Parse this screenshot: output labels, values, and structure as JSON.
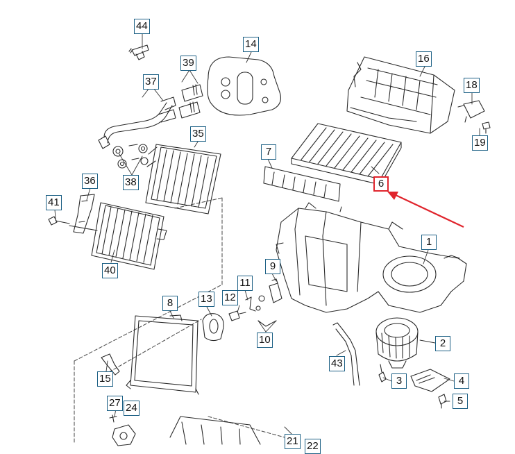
{
  "diagram": {
    "callouts": [
      {
        "id": "c44",
        "label": "44"
      },
      {
        "id": "c14",
        "label": "14"
      },
      {
        "id": "c39",
        "label": "39"
      },
      {
        "id": "c37",
        "label": "37"
      },
      {
        "id": "c16",
        "label": "16"
      },
      {
        "id": "c18",
        "label": "18"
      },
      {
        "id": "c35",
        "label": "35"
      },
      {
        "id": "c19",
        "label": "19"
      },
      {
        "id": "c7",
        "label": "7"
      },
      {
        "id": "c38",
        "label": "38"
      },
      {
        "id": "c6",
        "label": "6",
        "highlighted": true
      },
      {
        "id": "c36",
        "label": "36"
      },
      {
        "id": "c41",
        "label": "41"
      },
      {
        "id": "c1",
        "label": "1"
      },
      {
        "id": "c40",
        "label": "40"
      },
      {
        "id": "c9",
        "label": "9"
      },
      {
        "id": "c11",
        "label": "11"
      },
      {
        "id": "c12",
        "label": "12"
      },
      {
        "id": "c13",
        "label": "13"
      },
      {
        "id": "c8",
        "label": "8"
      },
      {
        "id": "c10",
        "label": "10"
      },
      {
        "id": "c2",
        "label": "2"
      },
      {
        "id": "c43",
        "label": "43"
      },
      {
        "id": "c15",
        "label": "15"
      },
      {
        "id": "c3",
        "label": "3"
      },
      {
        "id": "c4",
        "label": "4"
      },
      {
        "id": "c5",
        "label": "5"
      },
      {
        "id": "c27",
        "label": "27"
      },
      {
        "id": "c24",
        "label": "24"
      },
      {
        "id": "c21",
        "label": "21"
      },
      {
        "id": "c22",
        "label": "22"
      }
    ],
    "colors": {
      "callout_border": "#1b5f84",
      "highlight": "#e0242c",
      "line_art": "#2a2a2a"
    },
    "icons": [
      "red-arrow-icon"
    ]
  }
}
